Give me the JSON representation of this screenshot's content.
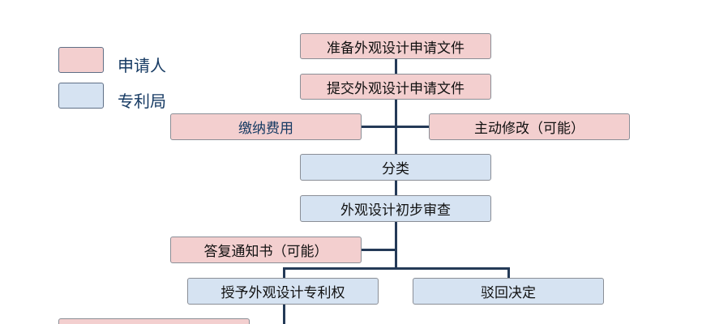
{
  "legend": [
    {
      "label": "申请人",
      "color": "#f3cfcf"
    },
    {
      "label": "专利局",
      "color": "#d6e3f2"
    }
  ],
  "nodes": {
    "prepare": "准备外观设计申请文件",
    "submit": "提交外观设计申请文件",
    "pay_fee": "缴纳费用",
    "amend": "主动修改（可能）",
    "classify": "分类",
    "prelim_exam": "外观设计初步审查",
    "reply": "答复通知书（可能）",
    "grant": "授予外观设计专利权",
    "reject": "驳回决定"
  },
  "colors": {
    "applicant": "#f3cfcf",
    "patent_office": "#d6e3f2",
    "connector": "#243a57"
  }
}
